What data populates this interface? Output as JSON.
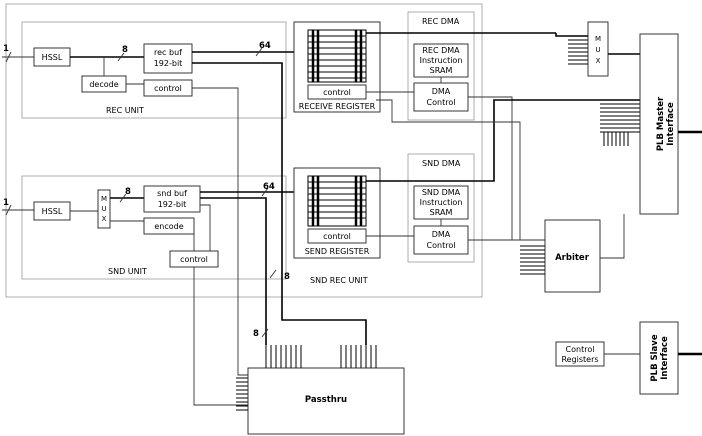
{
  "units": {
    "snd_rec": "SND REC UNIT",
    "rec": "REC UNIT",
    "snd": "SND UNIT",
    "rec_dma": "REC DMA",
    "snd_dma": "SND DMA"
  },
  "blocks": {
    "hssl_rec": "HSSL",
    "hssl_snd": "HSSL",
    "rec_buf_1": "rec buf",
    "rec_buf_2": "192-bit",
    "snd_buf_1": "snd buf",
    "snd_buf_2": "192-bit",
    "decode": "decode",
    "encode": "encode",
    "rec_control": "control",
    "snd_control": "control",
    "rx_reg_control": "control",
    "tx_reg_control": "control",
    "receive_register": "RECEIVE REGISTER",
    "send_register": "SEND REGISTER",
    "rec_sram_1": "REC DMA",
    "rec_sram_2": "Instruction",
    "rec_sram_3": "SRAM",
    "rec_dmac_1": "DMA",
    "rec_dmac_2": "Control",
    "snd_sram_1": "SND DMA",
    "snd_sram_2": "Instruction",
    "snd_sram_3": "SRAM",
    "snd_dmac_1": "DMA",
    "snd_dmac_2": "Control",
    "mux_rec": [
      "M",
      "U",
      "X"
    ],
    "mux_snd": [
      "M",
      "U",
      "X"
    ],
    "arbiter": "Arbiter",
    "passthru": "Passthru",
    "control_regs_1": "Control",
    "control_regs_2": "Registers",
    "plb_master_1": "PLB Master",
    "plb_master_2": "Interface",
    "plb_slave_1": "PLB Slave",
    "plb_slave_2": "Interface"
  },
  "bus_widths": {
    "in_rec": "1",
    "in_snd": "1",
    "rec_8": "8",
    "snd_8": "8",
    "rec_64": "64",
    "snd_64": "64",
    "pass_8a": "8",
    "pass_8b": "8"
  }
}
